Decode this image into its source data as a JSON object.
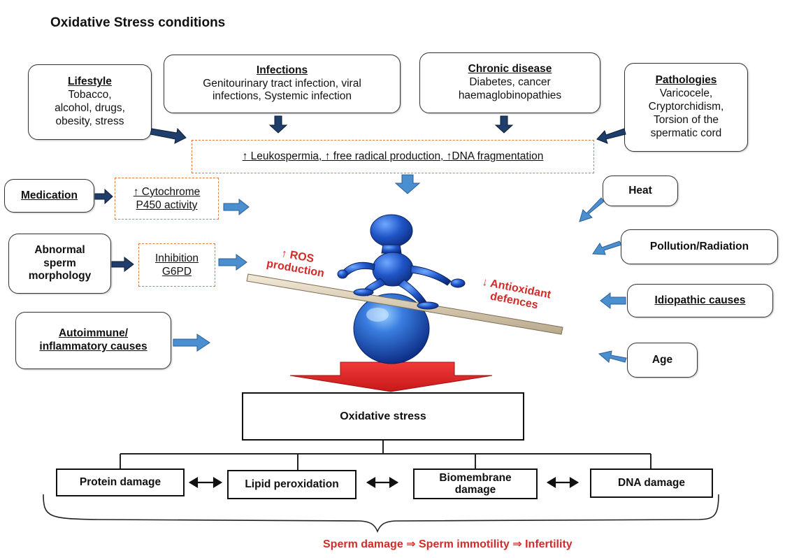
{
  "title": "Oxidative Stress conditions",
  "lifestyle": {
    "heading": "Lifestyle",
    "body": "Tobacco,\nalcohol, drugs,\nobesity, stress"
  },
  "infections": {
    "heading": "Infections",
    "body": "Genitourinary tract infection, viral\ninfections, Systemic infection"
  },
  "chronic": {
    "heading": "Chronic disease",
    "body": "Diabetes, cancer\nhaemaglobinopathies"
  },
  "pathologies": {
    "heading": "Pathologies",
    "body": "Varicocele,\nCryptorchidism,\nTorsion of the\nspermatic cord"
  },
  "leuko": "↑ Leukospermia, ↑ free radical production, ↑DNA fragmentation",
  "medication": "Medication",
  "cytochrome": "↑ Cytochrome\nP450 activity",
  "heat": "Heat",
  "abnormal": "Abnormal\nsperm\nmorphology",
  "g6pd": "Inhibition\nG6PD",
  "pollution": "Pollution/Radiation",
  "idiopathic": "Idiopathic causes",
  "autoimmune": "Autoimmune/\ninflammatory causes",
  "age": "Age",
  "ros": "↑ ROS\nproduction",
  "antioxidant": "↓ Antioxidant\ndefences",
  "oxidative": "Oxidative stress",
  "damages": [
    "Protein damage",
    "Lipid peroxidation",
    "Biomembrane\ndamage",
    "DNA damage"
  ],
  "outcome": "Sperm damage ⇒ Sperm immotility ⇒ Infertility",
  "colors": {
    "arrow_blue": "#4a8fd0",
    "arrow_navy": "#1f3e6b",
    "red": "#d52a2a",
    "figure_blue": "#1f55c6",
    "dash_orange": "#e07b39"
  }
}
